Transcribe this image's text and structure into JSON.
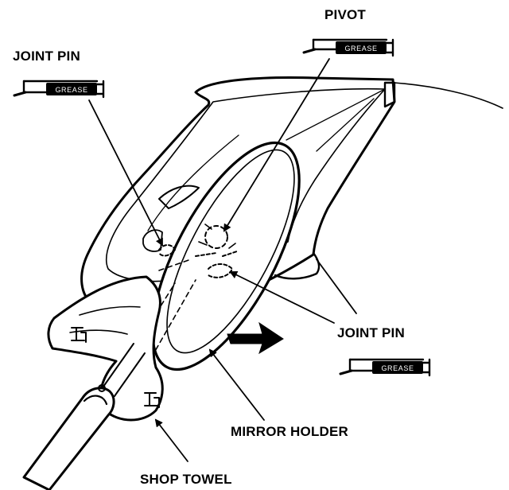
{
  "labels": {
    "pivot": "PIVOT",
    "joint_pin_left": "JOINT PIN",
    "joint_pin_right": "JOINT PIN",
    "mirror_holder": "MIRROR HOLDER",
    "shop_towel": "SHOP TOWEL"
  },
  "grease_guns": [
    {
      "text": "GREASE"
    },
    {
      "text": "GREASE"
    },
    {
      "text": "GREASE"
    }
  ],
  "icons": {
    "grease_gun": "grease-gun-icon",
    "towel_logo": "towel-logo-icon",
    "direction_arrow": "arrow-right-icon"
  }
}
